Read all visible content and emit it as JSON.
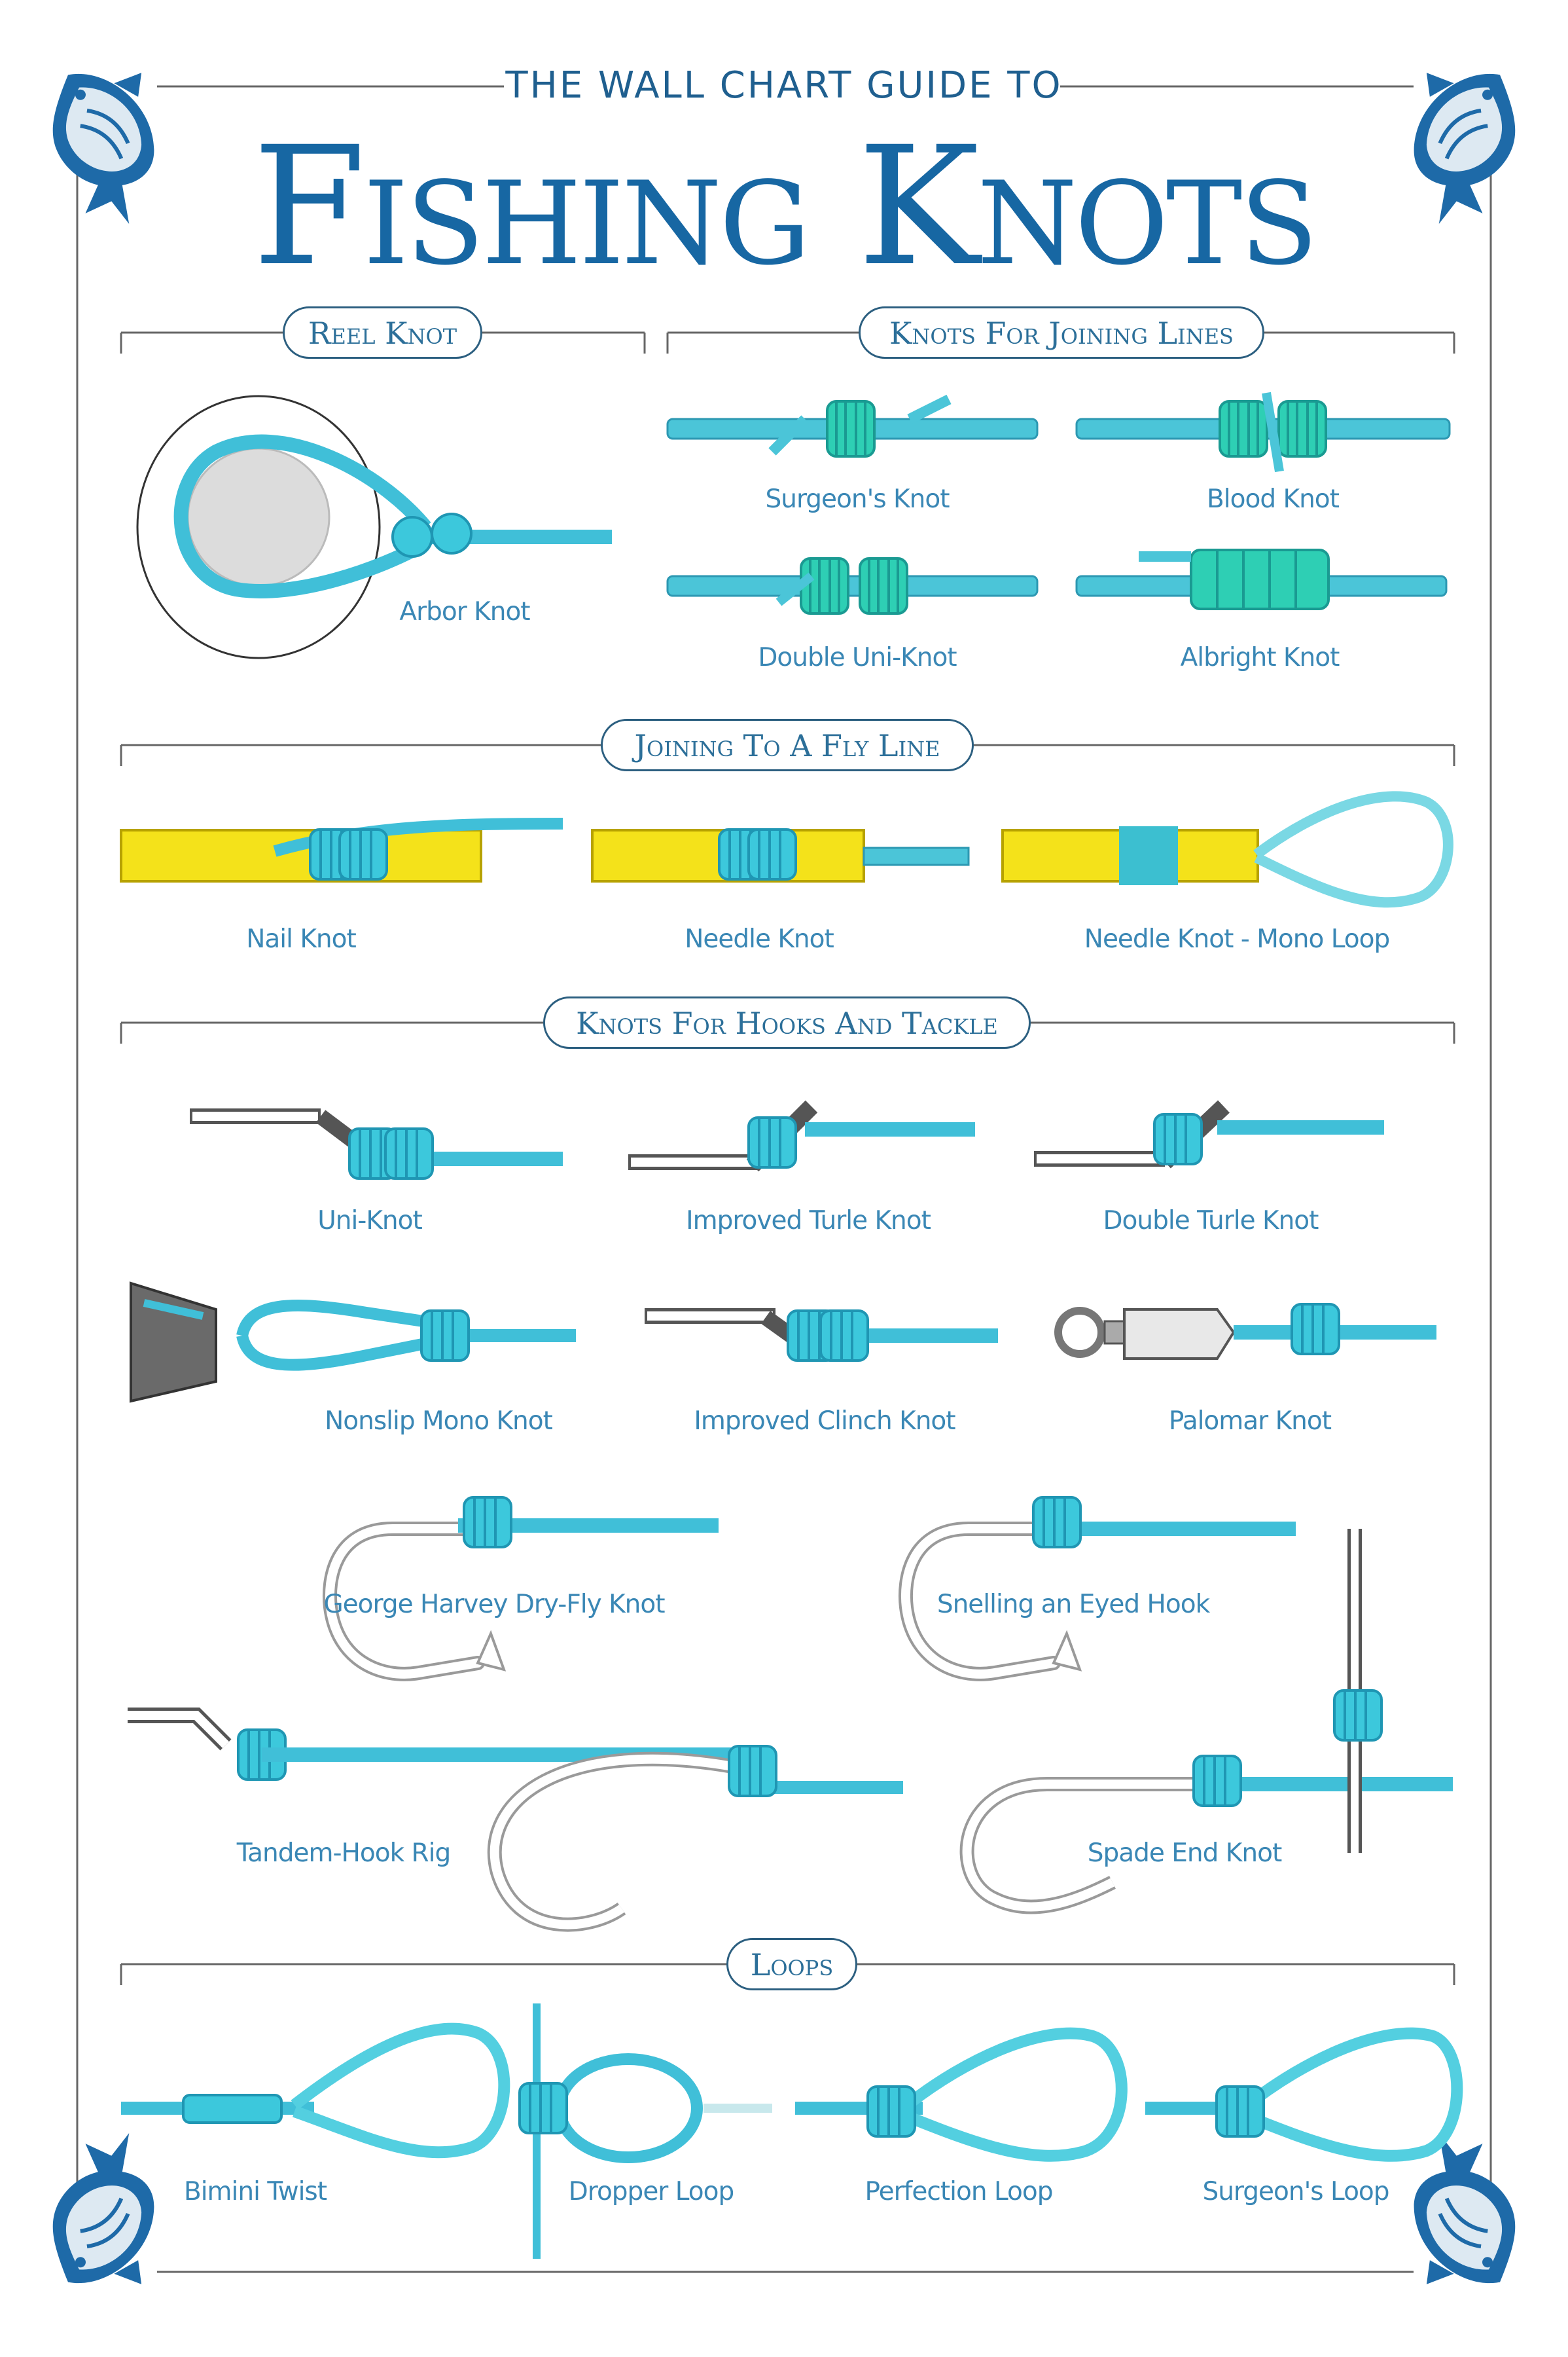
{
  "header": {
    "supertitle": "THE WALL CHART GUIDE TO",
    "title": "Fishing Knots"
  },
  "sections": {
    "reel": "Reel Knot",
    "joining_lines": "Knots For Joining Lines",
    "fly_line": "Joining To A Fly Line",
    "hooks_tackle": "Knots For Hooks And Tackle",
    "loops": "Loops"
  },
  "knots": {
    "arbor": "Arbor Knot",
    "surgeons": "Surgeon's Knot",
    "blood": "Blood Knot",
    "double_uni": "Double Uni-Knot",
    "albright": "Albright Knot",
    "nail": "Nail Knot",
    "needle": "Needle Knot",
    "needle_mono_loop": "Needle Knot - Mono Loop",
    "uni": "Uni-Knot",
    "improved_turle": "Improved Turle Knot",
    "double_turle": "Double Turle Knot",
    "nonslip_mono": "Nonslip Mono Knot",
    "improved_clinch": "Improved Clinch Knot",
    "palomar": "Palomar Knot",
    "george_harvey": "George Harvey Dry-Fly Knot",
    "snelling": "Snelling an Eyed Hook",
    "tandem_hook": "Tandem-Hook Rig",
    "spade_end": "Spade End Knot",
    "bimini": "Bimini Twist",
    "dropper": "Dropper Loop",
    "perfection": "Perfection Loop",
    "surgeons_loop": "Surgeon's Loop"
  },
  "colors": {
    "line": "#44c8dc",
    "knot": "#2ecfb4",
    "fly_line": "#f4e21a",
    "ink": "#1767a3",
    "hook": "#9a9a9a"
  },
  "icons": [
    "fish-icon"
  ]
}
